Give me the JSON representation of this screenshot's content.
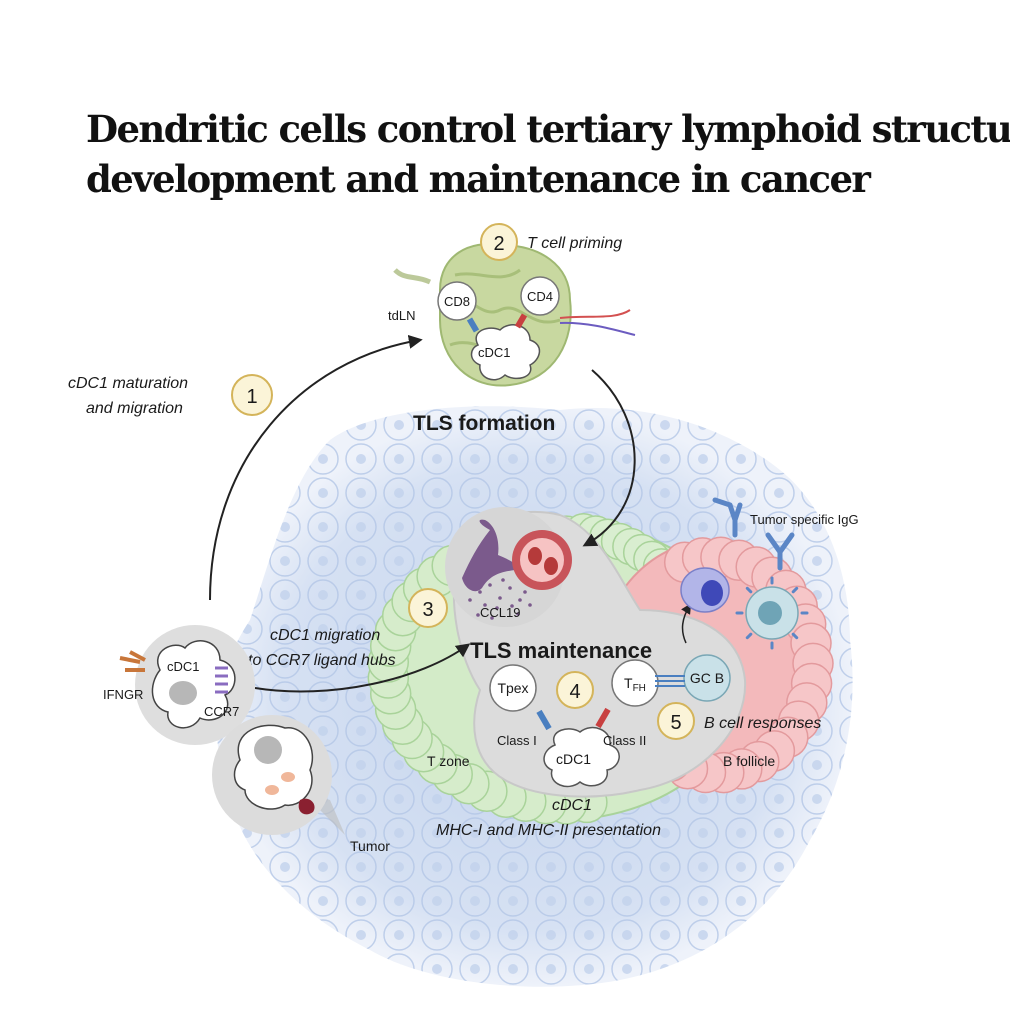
{
  "title": {
    "line1": "Dendritic cells control tertiary lymphoid structure",
    "line2": "development and maintenance in cancer"
  },
  "steps": {
    "s1": {
      "num": "1",
      "label_line1": "cDC1 maturation",
      "label_line2": "and migration"
    },
    "s2": {
      "num": "2",
      "label": "T cell priming"
    },
    "s3": {
      "num": "3",
      "label_line1": "cDC1 migration",
      "label_line2": "to CCR7 ligand hubs"
    },
    "s4": {
      "num": "4"
    },
    "s5": {
      "num": "5",
      "label": "B cell responses"
    }
  },
  "headings": {
    "tls_formation": "TLS formation",
    "tls_maintenance": "TLS maintenance"
  },
  "labels": {
    "tdln": "tdLN",
    "cd8": "CD8",
    "cd4": "CD4",
    "cdc1": "cDC1",
    "ccl19": "CCL19",
    "tumor_igg": "Tumor specific IgG",
    "ifngr": "IFNGR",
    "ccr7": "CCR7",
    "tpex": "Tpex",
    "tfh_main": "T",
    "tfh_sub": "FH",
    "gcb": "GC B",
    "class1": "Class I",
    "class2": "Class II",
    "tzone": "T zone",
    "bfollicle": "B follicle",
    "presentation_line1": "cDC1",
    "presentation_line2": "MHC-I and MHC-II presentation",
    "tumor": "Tumor"
  },
  "colors": {
    "tumor_blue": "#c9d7ee",
    "tzone_green": "#cbe6c0",
    "bfollicle_pink": "#f2b3b5",
    "hub_grey": "#dcdcdc",
    "step_badge": "#fbf4d8",
    "step_badge_stroke": "#d4b45a",
    "node_green": "#c8d8a0"
  }
}
